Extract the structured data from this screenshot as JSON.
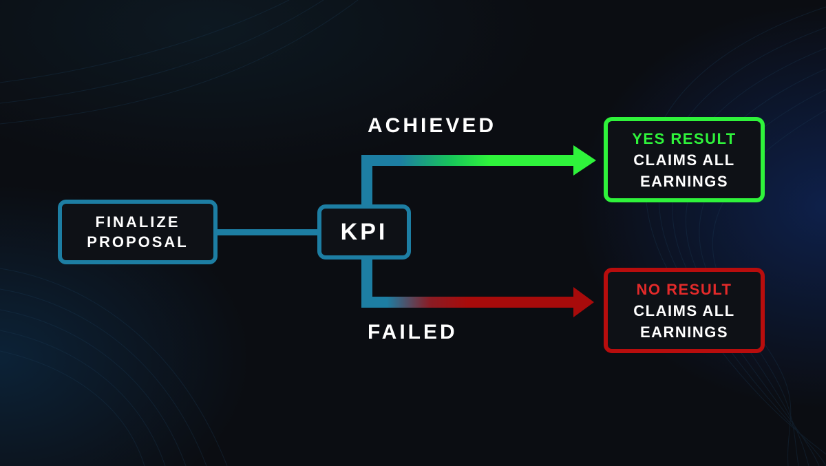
{
  "diagram": {
    "source_node": {
      "line1": "FINALIZE",
      "line2": "PROPOSAL"
    },
    "decision_node": {
      "label": "KPI"
    },
    "branches": {
      "achieved": {
        "label": "ACHIEVED",
        "result_title": "YES RESULT",
        "line1": "CLAIMS ALL",
        "line2": "EARNINGS"
      },
      "failed": {
        "label": "FAILED",
        "result_title": "NO RESULT",
        "line1": "CLAIMS ALL",
        "line2": "EARNINGS"
      }
    }
  },
  "colors": {
    "background": "#0b0d12",
    "node_border": "#1d7ea3",
    "success": "#2ff33b",
    "failure": "#b80d0d",
    "failure_text": "#e32a2a"
  }
}
